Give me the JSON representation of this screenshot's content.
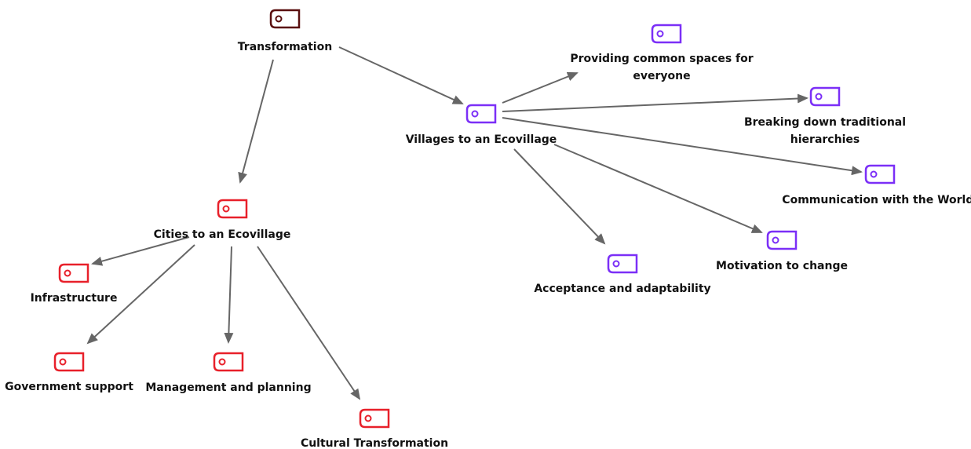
{
  "colors": {
    "root": "#5a0f0f",
    "cities": "#e8202a",
    "villages": "#7b2ff7",
    "edge": "#666666"
  },
  "nodes": [
    {
      "id": "transformation",
      "name": "node-transformation",
      "group": "root",
      "label_lines": [
        "Transformation"
      ]
    },
    {
      "id": "villages",
      "name": "node-villages-to-ecovillage",
      "group": "villages",
      "label_lines": [
        "Villages to an Ecovillage"
      ]
    },
    {
      "id": "common_spaces",
      "name": "node-providing-common-spaces",
      "group": "villages",
      "label_lines": [
        "Providing common spaces for",
        "everyone"
      ]
    },
    {
      "id": "hierarchies",
      "name": "node-breaking-down-hierarchies",
      "group": "villages",
      "label_lines": [
        "Breaking down traditional",
        "hierarchies"
      ]
    },
    {
      "id": "communication",
      "name": "node-communication-with-world",
      "group": "villages",
      "label_lines": [
        "Communication with the World."
      ]
    },
    {
      "id": "motivation",
      "name": "node-motivation-to-change",
      "group": "villages",
      "label_lines": [
        "Motivation to change"
      ]
    },
    {
      "id": "acceptance",
      "name": "node-acceptance-and-adaptability",
      "group": "villages",
      "label_lines": [
        "Acceptance and adaptability"
      ]
    },
    {
      "id": "cities",
      "name": "node-cities-to-ecovillage",
      "group": "cities",
      "label_lines": [
        "Cities to an Ecovillage"
      ]
    },
    {
      "id": "infrastructure",
      "name": "node-infrastructure",
      "group": "cities",
      "label_lines": [
        "Infrastructure"
      ]
    },
    {
      "id": "government",
      "name": "node-government-support",
      "group": "cities",
      "label_lines": [
        "Government support"
      ]
    },
    {
      "id": "management",
      "name": "node-management-and-planning",
      "group": "cities",
      "label_lines": [
        "Management and planning"
      ]
    },
    {
      "id": "cultural",
      "name": "node-cultural-transformation",
      "group": "cities",
      "label_lines": [
        "Cultural Transformation"
      ]
    }
  ],
  "edges": [
    {
      "from": "transformation",
      "to": "villages"
    },
    {
      "from": "transformation",
      "to": "cities"
    },
    {
      "from": "villages",
      "to": "common_spaces"
    },
    {
      "from": "villages",
      "to": "hierarchies"
    },
    {
      "from": "villages",
      "to": "communication"
    },
    {
      "from": "villages",
      "to": "motivation"
    },
    {
      "from": "villages",
      "to": "acceptance"
    },
    {
      "from": "cities",
      "to": "infrastructure"
    },
    {
      "from": "cities",
      "to": "government"
    },
    {
      "from": "cities",
      "to": "management"
    },
    {
      "from": "cities",
      "to": "cultural"
    }
  ]
}
